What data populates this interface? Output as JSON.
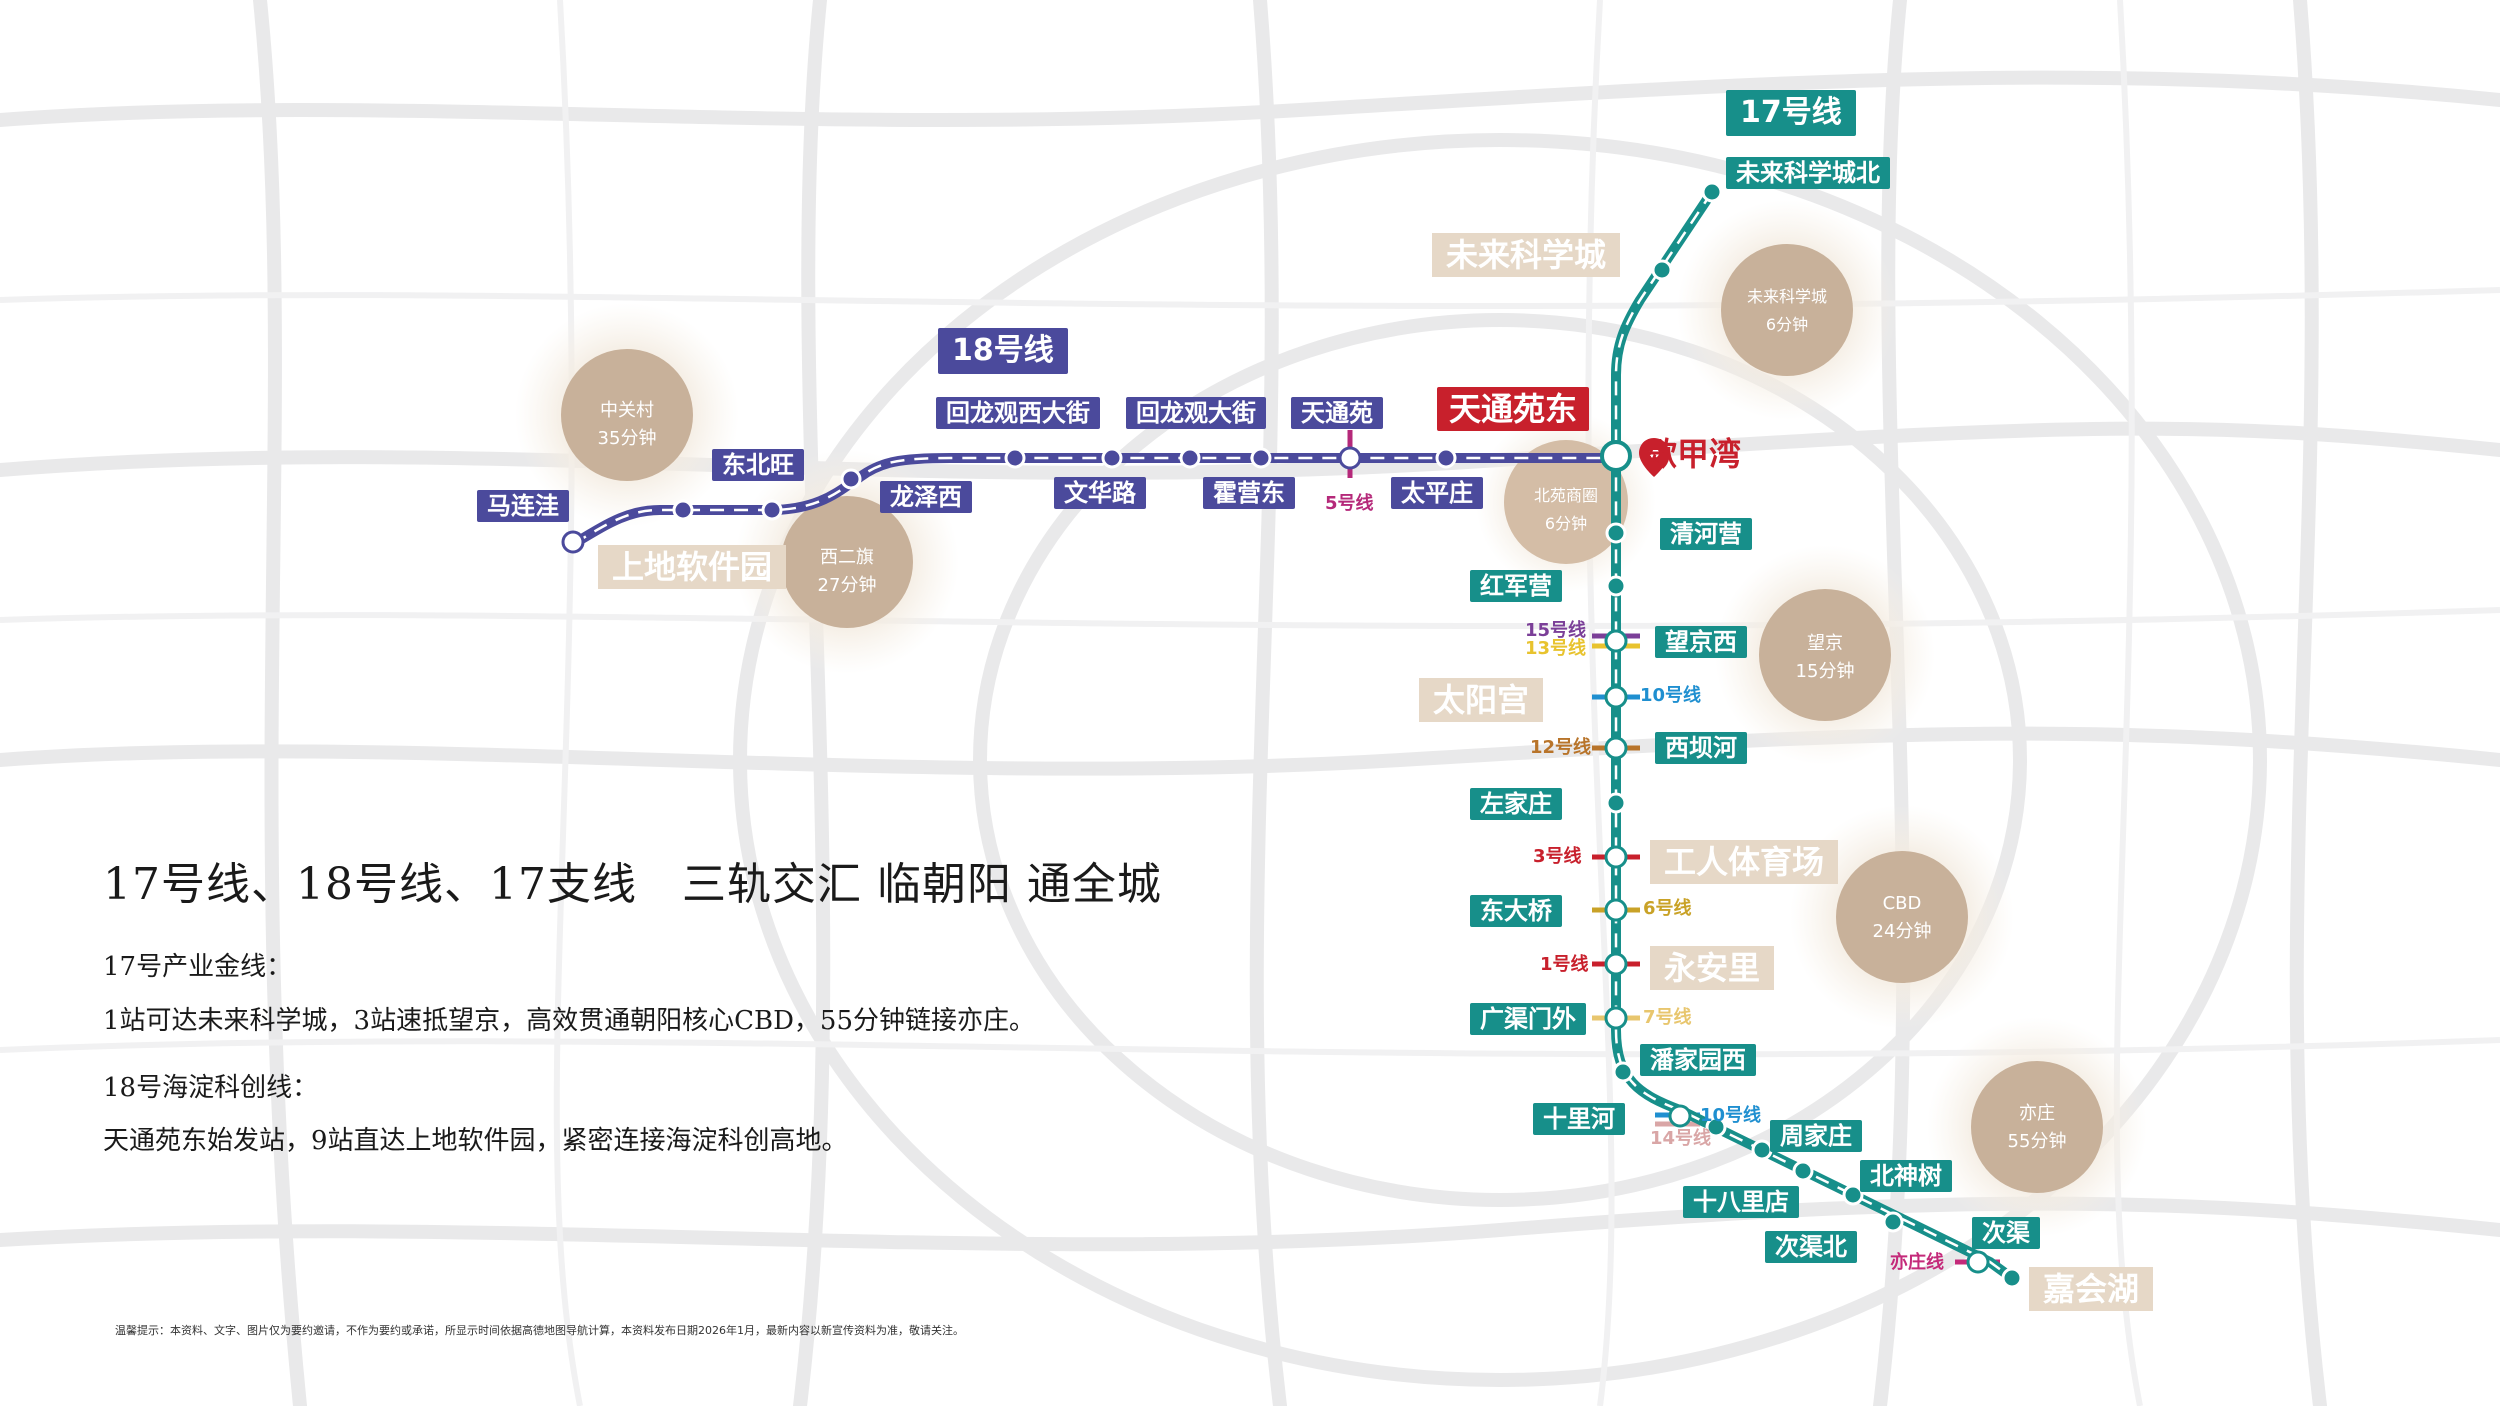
{
  "title": "17号线、18号线、17支线　三轨交汇 临朝阳 通全城",
  "line17": {
    "name": "17号线",
    "color": "#178f8a",
    "stations": [
      "未来科学城北",
      "清河营",
      "红军营",
      "望京西",
      "西坝河",
      "左家庄",
      "东大桥",
      "广渠门外",
      "潘家园西",
      "十里河",
      "周家庄",
      "北神树",
      "十八里店",
      "次渠北",
      "次渠",
      "嘉会湖"
    ]
  },
  "line18": {
    "name": "18号线",
    "color": "#4b4a9c",
    "stations": [
      "马连洼",
      "东北旺",
      "龙泽西",
      "回龙观西大街",
      "文华路",
      "回龙观大街",
      "霍营东",
      "天通苑",
      "太平庄",
      "天通苑东"
    ]
  },
  "highlight": {
    "start_station": "天通苑东",
    "project": "歇甲湾",
    "color": "#c8202c"
  },
  "areas": [
    "未来科学城",
    "上地软件园",
    "太阳宫",
    "工人体育场",
    "永安里",
    "嘉会湖"
  ],
  "circles": [
    {
      "name": "中关村",
      "time": "35分钟"
    },
    {
      "name": "西二旗",
      "time": "27分钟"
    },
    {
      "name": "北苑商圈",
      "time": "6分钟"
    },
    {
      "name": "未来科学城",
      "time": "6分钟"
    },
    {
      "name": "望京",
      "time": "15分钟"
    },
    {
      "name": "CBD",
      "time": "24分钟"
    },
    {
      "name": "亦庄",
      "time": "55分钟"
    }
  ],
  "connections": [
    {
      "label": "5号线",
      "color": "#b5297a"
    },
    {
      "label": "15号线",
      "color": "#7b3f98"
    },
    {
      "label": "13号线",
      "color": "#e8c32e"
    },
    {
      "label": "10号线",
      "color": "#1f8fd0"
    },
    {
      "label": "12号线",
      "color": "#b8742a"
    },
    {
      "label": "3号线",
      "color": "#c8202c"
    },
    {
      "label": "6号线",
      "color": "#c9a227"
    },
    {
      "label": "1号线",
      "color": "#c8202c"
    },
    {
      "label": "7号线",
      "color": "#e8c66e"
    },
    {
      "label": "10号线",
      "color": "#1f8fd0"
    },
    {
      "label": "14号线",
      "color": "#d9a6a6"
    },
    {
      "label": "亦庄线",
      "color": "#c42a7a"
    }
  ],
  "desc": {
    "l17_title": "17号产业金线：",
    "l17_text": "1站可达未来科学城，3站速抵望京，高效贯通朝阳核心CBD，55分钟链接亦庄。",
    "l18_title": "18号海淀科创线：",
    "l18_text": "天通苑东始发站，9站直达上地软件园，紧密连接海淀科创高地。"
  },
  "disclaimer": "温馨提示：本资料、文字、图片仅为要约邀请，不作为要约或承诺，所显示时间依据高德地图导航计算，本资料发布日期2026年1月，最新内容以新宣传资料为准，敬请关注。"
}
